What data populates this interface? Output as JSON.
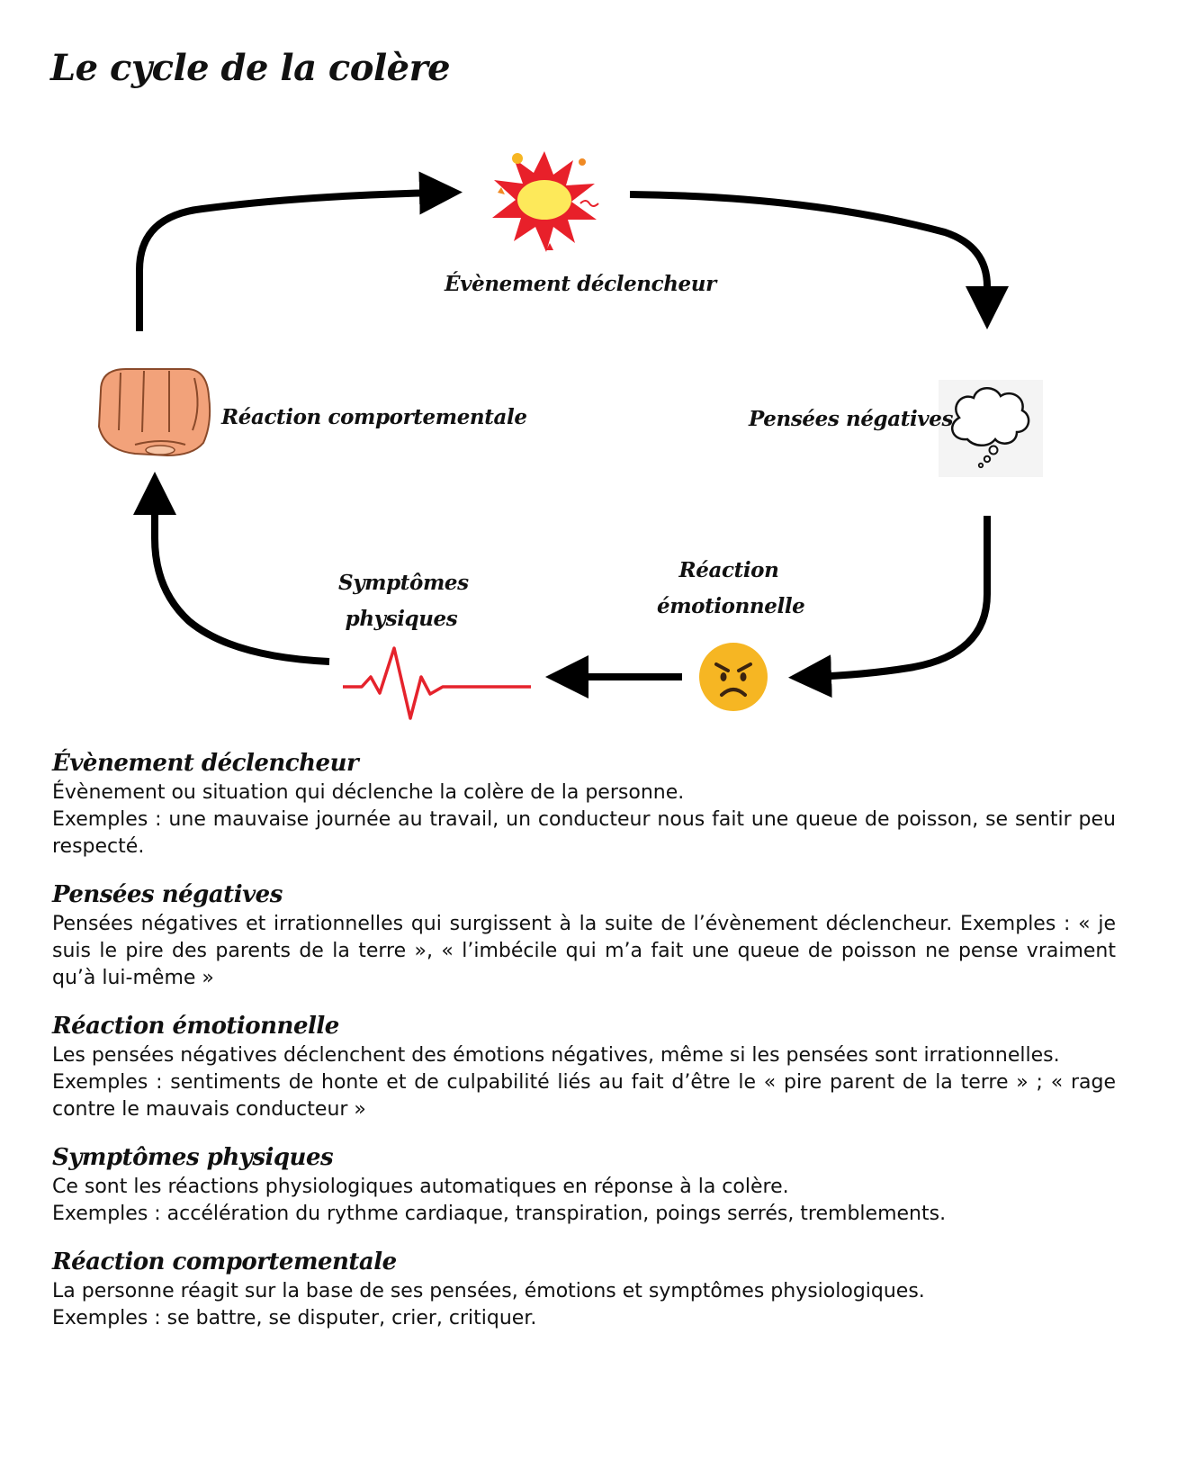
{
  "title": "Le cycle de la colère",
  "diagram": {
    "nodes": [
      {
        "id": "trigger",
        "label": "Évènement déclencheur",
        "icon": "explosion-icon"
      },
      {
        "id": "thoughts",
        "label": "Pensées négatives",
        "icon": "thought-cloud-icon"
      },
      {
        "id": "emotion",
        "label_line1": "Réaction",
        "label_line2": "émotionnelle",
        "icon": "angry-face-icon"
      },
      {
        "id": "symptoms",
        "label_line1": "Symptômes",
        "label_line2": "physiques",
        "icon": "heartbeat-icon"
      },
      {
        "id": "behavior",
        "label": "Réaction comportementale",
        "icon": "fist-icon"
      }
    ],
    "colors": {
      "arrow": "#000000",
      "heartbeat": "#e5232c",
      "face": "#f6b623",
      "fist": "#f2a27a",
      "explosion_red": "#e8202a",
      "explosion_yellow": "#fde95a"
    }
  },
  "sections": [
    {
      "heading": "Évènement déclencheur",
      "lines": [
        "Évènement ou situation qui déclenche la colère de la personne.",
        "Exemples : une mauvaise journée au travail, un conducteur nous fait une queue de poisson, se sentir peu respecté."
      ]
    },
    {
      "heading": "Pensées négatives",
      "lines": [
        "Pensées négatives et irrationnelles qui surgissent à la suite de l’évènement déclencheur. Exemples : « je suis le pire des parents de la terre », « l’imbécile qui m’a fait une queue de poisson ne pense vraiment qu’à lui-même »"
      ]
    },
    {
      "heading": "Réaction émotionnelle",
      "lines": [
        "Les pensées négatives déclenchent des émotions négatives, même si les pensées sont irrationnelles.",
        "Exemples : sentiments de honte et de culpabilité liés au fait d’être le « pire parent de la terre » ; « rage contre le mauvais conducteur »"
      ]
    },
    {
      "heading": "Symptômes physiques",
      "lines": [
        "Ce sont les réactions physiologiques automatiques en réponse à la colère.",
        "Exemples : accélération du rythme cardiaque, transpiration, poings serrés, tremblements."
      ]
    },
    {
      "heading": "Réaction comportementale",
      "lines": [
        "La personne réagit sur la base de ses pensées, émotions et symptômes physiologiques.",
        "Exemples : se battre, se disputer, crier, critiquer."
      ]
    }
  ]
}
